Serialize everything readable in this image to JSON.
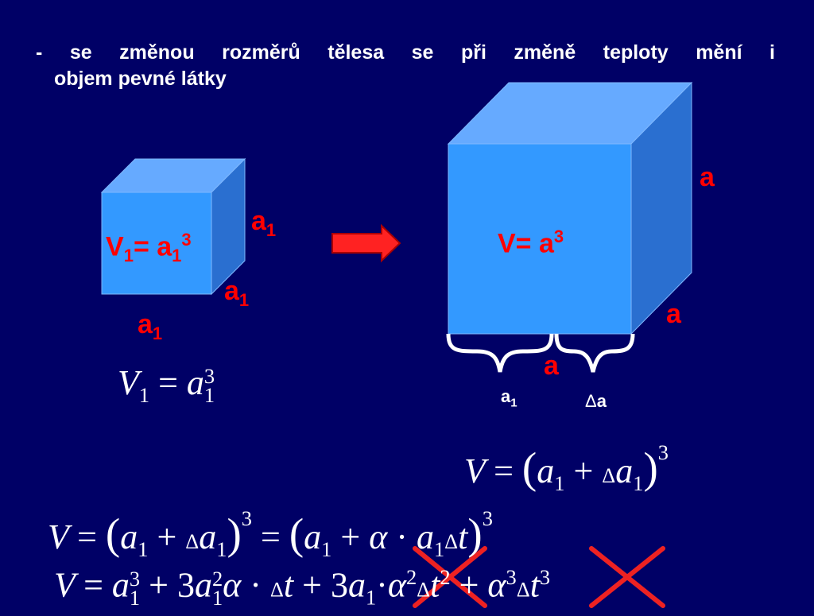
{
  "slide": {
    "bullet": "- se změnou rozměrů tělesa se při změně teploty mění i",
    "bullet_cont": "objem pevné látky"
  },
  "small_cube": {
    "label_main": "V",
    "label_sub": "1",
    "label_eq": "= a",
    "label_sub2": "1",
    "label_sup": "3",
    "edge_letter": "a",
    "edge_sub": "1"
  },
  "big_cube": {
    "label_main": "V= a",
    "label_sup": "3",
    "edge": "a",
    "under_a": "a"
  },
  "braces": {
    "left_letter": "a",
    "left_sub": "1",
    "right_delta": "Δ",
    "right_letter": "a"
  },
  "formulas": {
    "f1": {
      "lhs": "V",
      "sub": "1",
      "eq": "=",
      "a": "a",
      "a_sub": "1",
      "a_sup": "3"
    },
    "f2": {
      "lhs": "V",
      "eq": "=",
      "a": "a",
      "a_sub": "1",
      "plus": "+",
      "delta": "Δ",
      "a2": "a",
      "a2_sub": "1",
      "pow": "3"
    },
    "f3": {
      "lhs": "V",
      "eq": "=",
      "a": "a",
      "sub": "1",
      "plus": "+",
      "delta": "Δ",
      "pow": "3",
      "alpha": "α",
      "dot": "·",
      "t": "t"
    },
    "f4": {
      "lhs": "V",
      "eq": "=",
      "a": "a",
      "sub": "1",
      "p3": "3",
      "p2": "2",
      "plus": "+",
      "three": "3",
      "alpha": "α",
      "dot": "·",
      "delta": "Δ",
      "t": "t"
    }
  },
  "colors": {
    "background": "#000066",
    "cube_front": "#3399ff",
    "cube_top": "#66aaff",
    "cube_side": "#2266cc",
    "label": "#ff0000",
    "text": "#ffffff"
  },
  "icons": {
    "arrow": "arrow-right-icon",
    "cross": "cross-out-icon"
  }
}
